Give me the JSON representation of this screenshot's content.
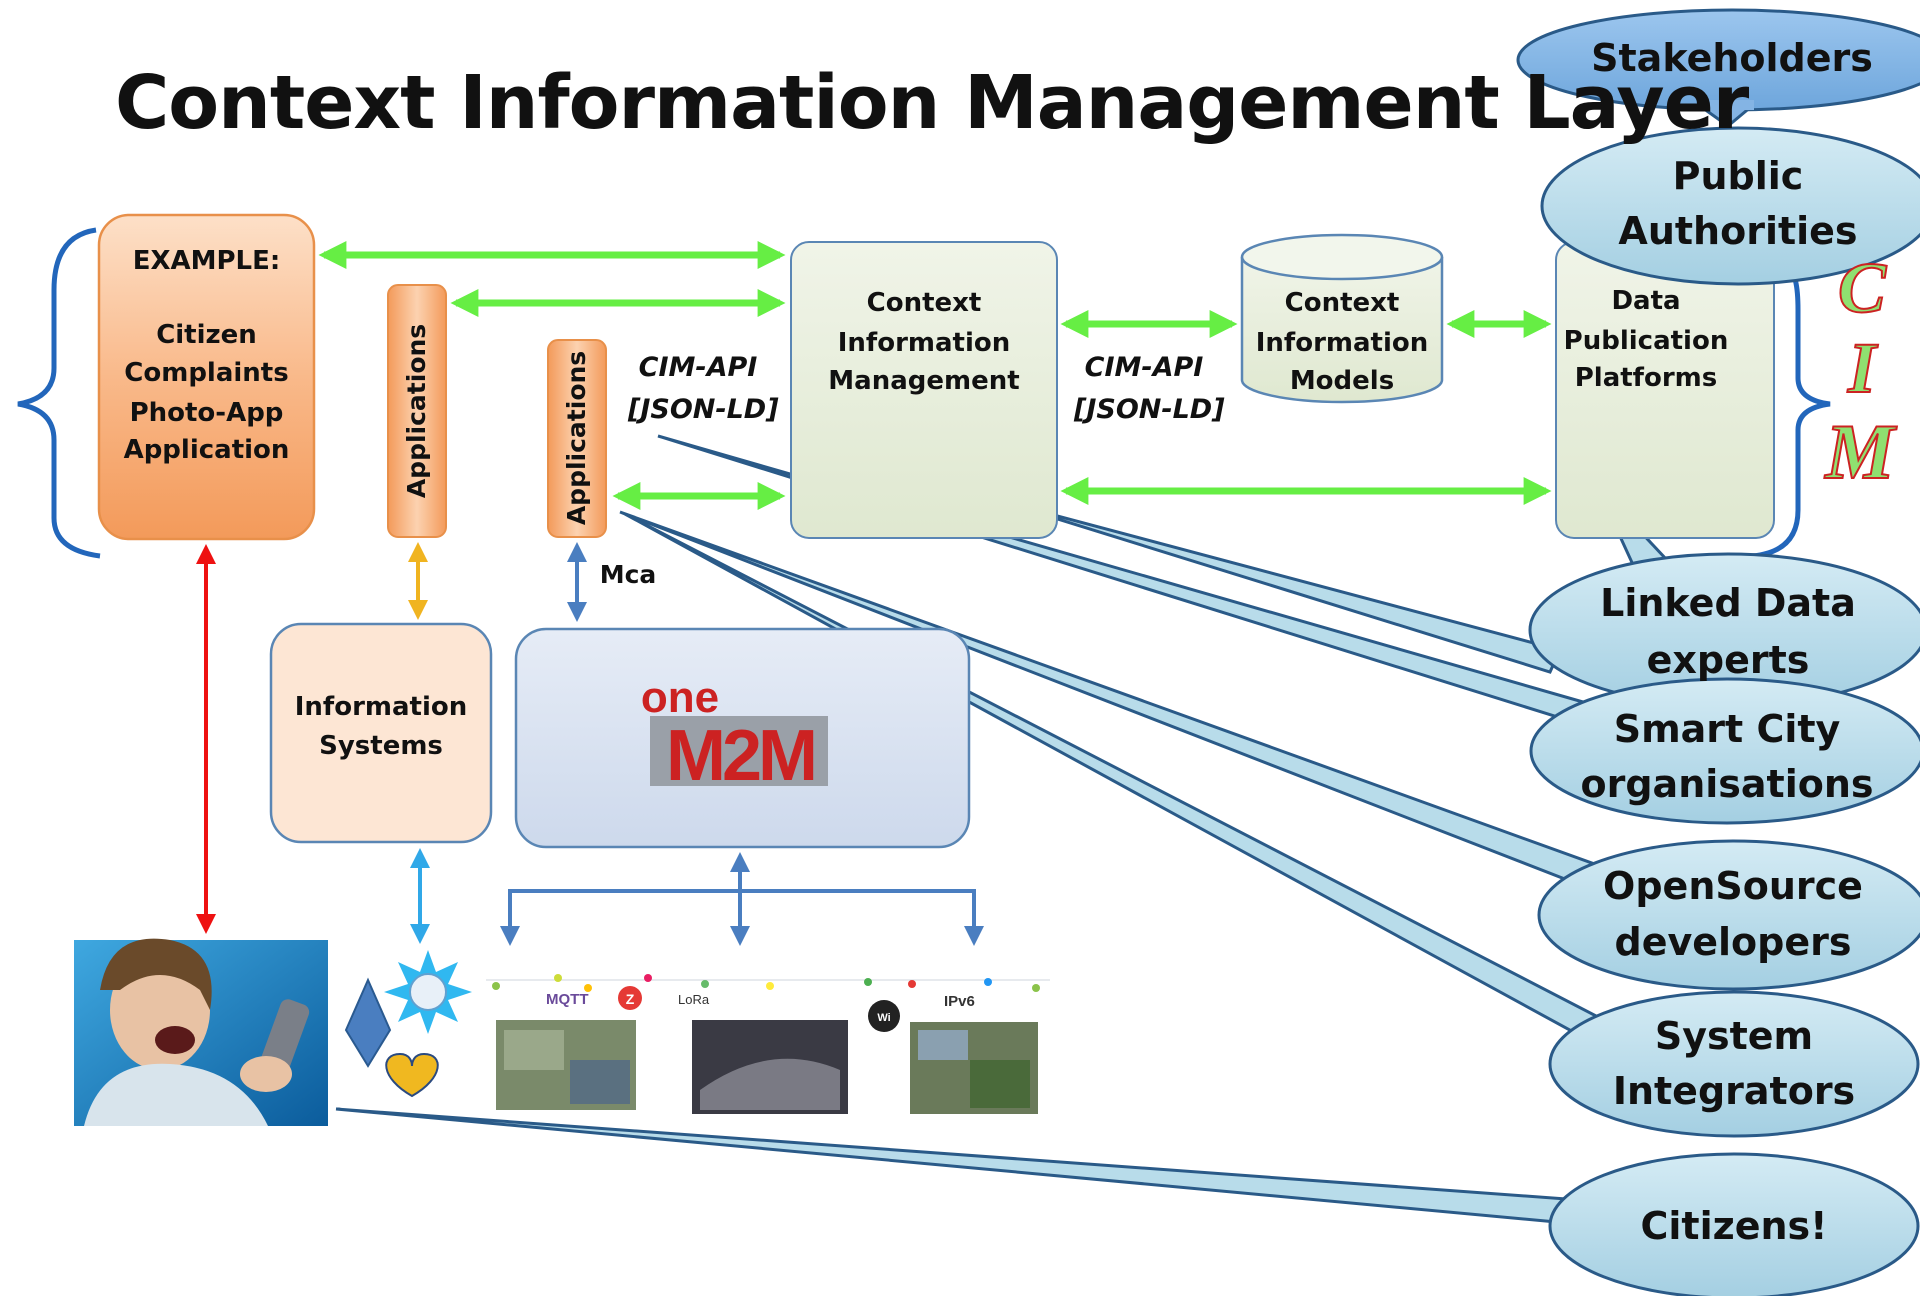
{
  "title": "Context Information Management Layer",
  "example_box": {
    "heading": "EXAMPLE:",
    "lines": [
      "Citizen",
      "Complaints",
      "Photo-App",
      "Application"
    ]
  },
  "applications_1": "Applications",
  "applications_2": "Applications",
  "cim_box": {
    "lines": [
      "Context",
      "Information",
      "Management"
    ]
  },
  "models_box": {
    "lines": [
      "Context",
      "Information",
      "Models"
    ]
  },
  "publication_box": {
    "lines": [
      "Data",
      "Publication",
      "Platforms"
    ]
  },
  "api_left": {
    "line1": "CIM-API",
    "line2": "[JSON-LD]"
  },
  "api_right": {
    "line1": "CIM-API",
    "line2": "[JSON-LD]"
  },
  "mca": "Mca",
  "info_systems": {
    "lines": [
      "Information",
      "Systems"
    ]
  },
  "onem2m_logo": {
    "top": "one",
    "bottom": "M2M"
  },
  "cim_vertical": "CIM",
  "protocols": [
    "MQTT",
    "LoRa",
    "IPv6",
    "WiFi"
  ],
  "stakeholders": {
    "header": "Stakeholders",
    "callouts": [
      {
        "lines": [
          "Public",
          "Authorities"
        ]
      },
      {
        "lines": [
          "Linked Data",
          "experts"
        ]
      },
      {
        "lines": [
          "Smart City",
          "organisations"
        ]
      },
      {
        "lines": [
          "OpenSource",
          "developers"
        ]
      },
      {
        "lines": [
          "System",
          "Integrators"
        ]
      },
      {
        "lines": [
          "Citizens!"
        ]
      }
    ]
  },
  "colors": {
    "green_arrow": "#66ee44",
    "red_arrow": "#ee1111",
    "orange_arrow": "#f0b420",
    "blue_arrow": "#30a8e8",
    "callout_fill": "#b8dcea",
    "callout_stroke": "#2a5a88",
    "orange_box": "#f8b888",
    "cim_box": "#e8f0dc",
    "onem2m_box": "#dbe4f2",
    "brace_blue": "#2266bb"
  }
}
